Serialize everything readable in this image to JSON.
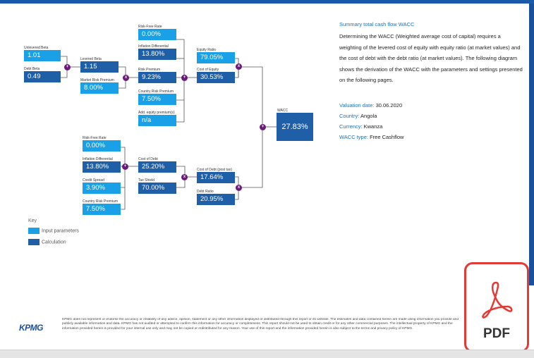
{
  "diagram": {
    "nodes": [
      {
        "id": "unlevered-beta",
        "label": "Unlevered Beta",
        "value": "1.01",
        "kind": "input"
      },
      {
        "id": "debt-beta",
        "label": "Debt Beta",
        "value": "0.49",
        "kind": "input"
      },
      {
        "id": "levered-beta",
        "label": "Levered Beta",
        "value": "1.15",
        "kind": "calc"
      },
      {
        "id": "market-risk-premium",
        "label": "Market Risk Premium",
        "value": "8.00%",
        "kind": "input"
      },
      {
        "id": "risk-free-rate-1",
        "label": "Risk-Free Rate",
        "value": "0.00%",
        "kind": "input"
      },
      {
        "id": "inflation-differential-1",
        "label": "Inflation Differential",
        "value": "13.80%",
        "kind": "input"
      },
      {
        "id": "risk-premium",
        "label": "Risk Premium",
        "value": "9.23%",
        "kind": "calc"
      },
      {
        "id": "country-risk-premium-1",
        "label": "Country Risk Premium",
        "value": "7.50%",
        "kind": "input"
      },
      {
        "id": "add-equity-premium",
        "label": "Add. equity premium(s)",
        "value": "n/a",
        "kind": "input"
      },
      {
        "id": "equity-ratio",
        "label": "Equity Ratio",
        "value": "79.05%",
        "kind": "input"
      },
      {
        "id": "cost-of-equity",
        "label": "Cost of Equity",
        "value": "30.53%",
        "kind": "calc"
      },
      {
        "id": "risk-free-rate-2",
        "label": "Risk-Free Rate",
        "value": "0.00%",
        "kind": "input"
      },
      {
        "id": "inflation-differential-2",
        "label": "Inflation Differential",
        "value": "13.80%",
        "kind": "input"
      },
      {
        "id": "credit-spread",
        "label": "Credit Spread",
        "value": "3.90%",
        "kind": "input"
      },
      {
        "id": "country-risk-premium-2",
        "label": "Country Risk Premium",
        "value": "7.50%",
        "kind": "input"
      },
      {
        "id": "cost-of-debt",
        "label": "Cost of Debt",
        "value": "25.20%",
        "kind": "calc"
      },
      {
        "id": "tax-shield",
        "label": "Tax Shield",
        "value": "70.00%",
        "kind": "calc"
      },
      {
        "id": "cost-of-debt-post-tax",
        "label": "Cost of Debt (post tax)",
        "value": "17.64%",
        "kind": "calc"
      },
      {
        "id": "debt-ratio",
        "label": "Debt Ratio",
        "value": "20.95%",
        "kind": "calc"
      }
    ],
    "operators": {
      "multiply": "x",
      "add": "+"
    },
    "wacc": {
      "label": "WACC",
      "value": "27.83%"
    }
  },
  "key": {
    "title": "Key",
    "items": [
      {
        "label": "Input parameters",
        "color": "#1aa0e6"
      },
      {
        "label": "Calculation",
        "color": "#1f5fa8"
      }
    ]
  },
  "summary": {
    "title": "Summary total cash flow WACC",
    "body": "Determining the WACC (Weighted average cost of capital) requires a weighting of the levered cost of equity with equity ratio (at market values) and the cost of debt with the debt ratio (at market values). The following diagram shows the derivation of the WACC with the parameters and settings presented on the following pages.",
    "details": [
      {
        "label": "Valuation date:",
        "value": "30.06.2020"
      },
      {
        "label": "Country:",
        "value": "Angola"
      },
      {
        "label": "Currency:",
        "value": "Kwanza"
      },
      {
        "label": "WACC type:",
        "value": "Free Cashflow"
      }
    ]
  },
  "footer": {
    "logo": "KPMG",
    "disclaimer": "KPMG does not represent or endorse the accuracy or reliability of any advice, opinion, statement or any other information displayed or distributed through this report or its website. The estimates and data contained herein are made using information you provide and publicly available information and data. KPMG has not audited or attempted to confirm this information for accuracy or completeness. This report should not be used to obtain credit or for any other commercial purposes. The intellectual property of KPMG and the information provided herein is provided for your internal use only and may not be copied or redistributed for any reason. Your use of this report and the information provided herein is also subject to the terms and privacy policy of KPMG."
  },
  "pdf_badge": {
    "text": "PDF",
    "accent": "#e53935"
  },
  "colors": {
    "input": "#1aa0e6",
    "calc": "#1f5fa8",
    "operator": "#6b1a79",
    "accent": "#1f6fb8"
  }
}
